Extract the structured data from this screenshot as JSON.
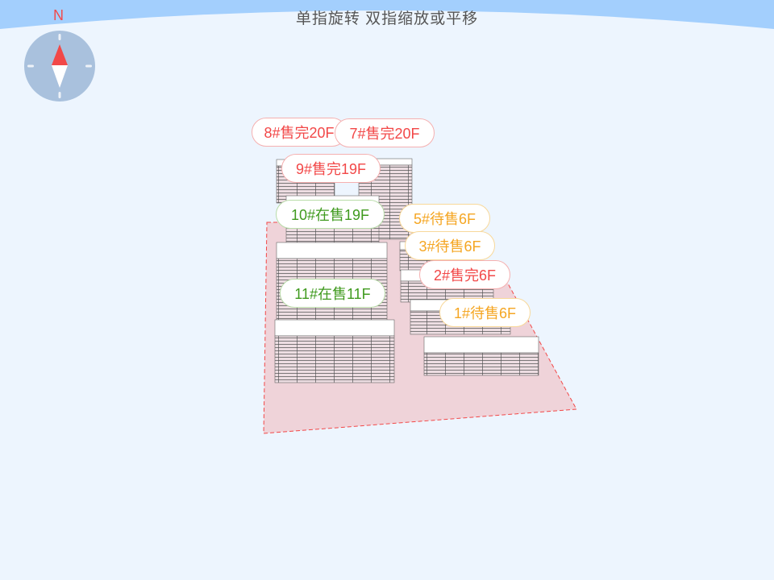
{
  "hint": "单指旋转 双指缩放或平移",
  "compass": {
    "north_label": "N"
  },
  "colors": {
    "sold": "#f24848",
    "on_sale": "#3f9a1e",
    "pending": "#f5a623",
    "site": "#efd3d9"
  },
  "buildings": [
    {
      "label": "8#售完20F",
      "status": "sold"
    },
    {
      "label": "7#售完20F",
      "status": "sold"
    },
    {
      "label": "9#售完19F",
      "status": "sold"
    },
    {
      "label": "10#在售19F",
      "status": "on_sale"
    },
    {
      "label": "5#待售6F",
      "status": "pending"
    },
    {
      "label": "3#待售6F",
      "status": "pending"
    },
    {
      "label": "2#售完6F",
      "status": "sold"
    },
    {
      "label": "11#在售11F",
      "status": "on_sale"
    },
    {
      "label": "1#待售6F",
      "status": "pending"
    }
  ]
}
